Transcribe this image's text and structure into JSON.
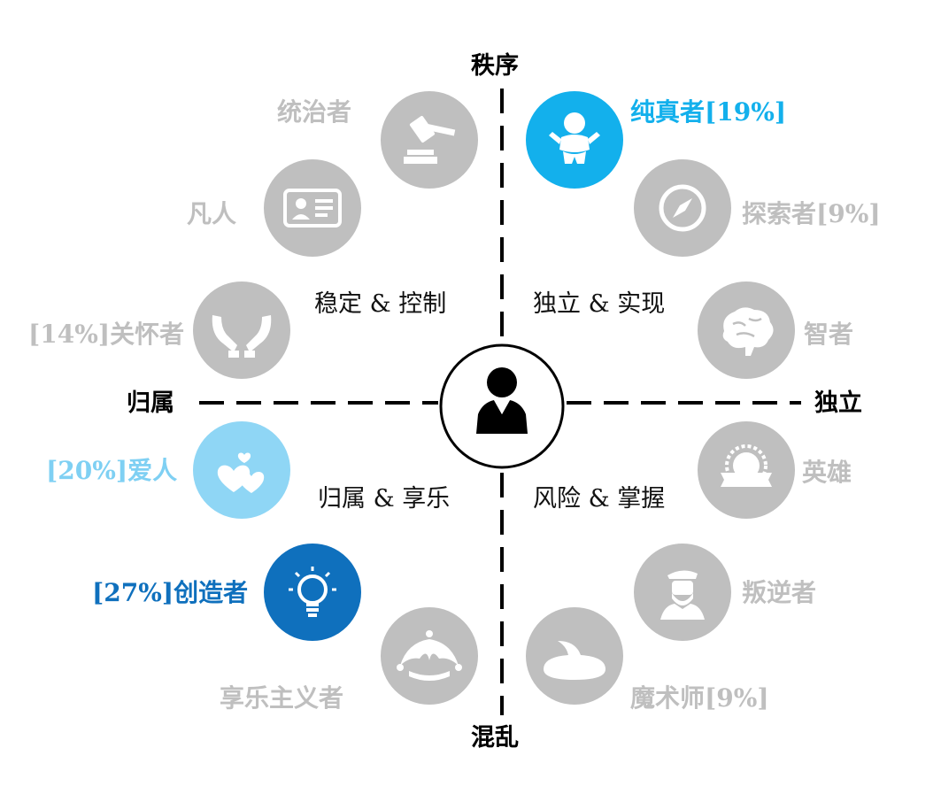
{
  "axes": {
    "top": "秩序",
    "bottom": "混乱",
    "left": "归属",
    "right": "独立"
  },
  "quadrants": {
    "top_left": "稳定 & 控制",
    "top_right": "独立 & 实现",
    "bottom_left": "归属 & 享乐",
    "bottom_right": "风险 & 掌握"
  },
  "archetypes": {
    "ruler": {
      "label": "统治者",
      "icon": "gavel-icon",
      "state": "inactive"
    },
    "everyman": {
      "label": "凡人",
      "icon": "id-card-icon",
      "state": "inactive"
    },
    "caregiver": {
      "label": "[14%]关怀者",
      "icon": "caring-hands-icon",
      "state": "inactive"
    },
    "lover": {
      "label": "[20%]爱人",
      "icon": "hearts-icon",
      "state": "light"
    },
    "creator": {
      "label": "[27%]创造者",
      "icon": "lightbulb-icon",
      "state": "dark"
    },
    "jester": {
      "label": "享乐主义者",
      "icon": "jester-hat-icon",
      "state": "inactive"
    },
    "innocent": {
      "label": "纯真者[19%]",
      "icon": "baby-icon",
      "state": "highlight"
    },
    "explorer": {
      "label": "探索者[9%]",
      "icon": "compass-icon",
      "state": "inactive"
    },
    "sage": {
      "label": "智者",
      "icon": "brain-icon",
      "state": "inactive"
    },
    "hero": {
      "label": "英雄",
      "icon": "badge-ribbon-icon",
      "state": "inactive"
    },
    "outlaw": {
      "label": "叛逆者",
      "icon": "bearded-man-icon",
      "state": "inactive"
    },
    "magician": {
      "label": "魔术师[9%]",
      "icon": "wizard-hat-icon",
      "state": "inactive"
    }
  },
  "center": {
    "icon": "person-icon"
  },
  "colors": {
    "inactive": "#bfbfbf",
    "highlight": "#13b0ec",
    "light": "#8fd6f5",
    "dark": "#0f70bd",
    "axis": "#000000"
  }
}
